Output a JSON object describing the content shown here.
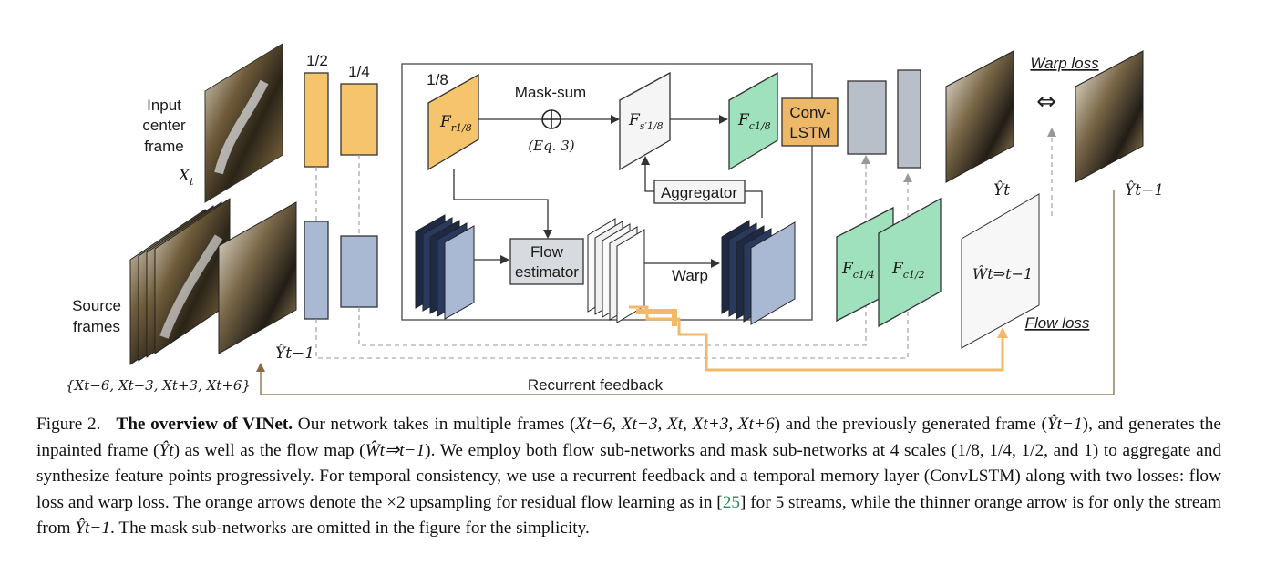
{
  "figure": {
    "scales": {
      "s_half": "1/2",
      "s_quarter": "1/4",
      "s_eighth": "1/8"
    },
    "input_label_1": "Input",
    "input_label_2": "center",
    "input_label_3": "frame",
    "input_symbol": "X",
    "input_symbol_sub": "t",
    "source_label_1": "Source",
    "source_label_2": "frames",
    "source_set": "{X",
    "source_set_full": "{Xt−6, Xt−3, Xt+3, Xt+6}",
    "prev_output": "Ŷt−1",
    "mask_sum": "Mask-sum",
    "eq": "(Eq. 3)",
    "aggregator": "Aggregator",
    "flow_estimator_1": "Flow",
    "flow_estimator_2": "estimator",
    "warp": "Warp",
    "convlstm_1": "Conv-",
    "convlstm_2": "LSTM",
    "f_r": "F",
    "f_r_sub": "r1/8",
    "f_s": "F",
    "f_s_sub": "s′1/8",
    "f_c8": "F",
    "f_c8_sub": "c1/8",
    "f_c4": "F",
    "f_c4_sub": "c1/4",
    "f_c2": "F",
    "f_c2_sub": "c1/2",
    "warp_loss": "Warp loss",
    "flow_loss": "Flow loss",
    "output_t": "Ŷt",
    "output_t1": "Ŷt−1",
    "flow_map": "Ŵt⇒t−1",
    "recurrent": "Recurrent feedback"
  },
  "colors": {
    "orange_block": "#f6c46d",
    "blue_block": "#a9b9d3",
    "green_block": "#9fe0bd",
    "convlstm": "#edb969",
    "gray_block": "#b9bfc9",
    "orange_arrow": "#f2b968",
    "line": "#333333",
    "dashed": "#9a9a9a"
  },
  "caption": {
    "fig_label": "Figure 2.",
    "title": "The overview of VINet.",
    "body_1": "Our network takes in multiple frames (X",
    "text": "Our network takes in multiple frames (Xt−6, Xt−3, Xt, Xt+3, Xt+6) and the previously generated frame (Ŷt−1), and generates the inpainted frame (Ŷt) as well as the flow map (Ŵt⇒t−1). We employ both flow sub-networks and mask sub-networks at 4 scales (1/8, 1/4, 1/2, and 1) to aggregate and synthesize feature points progressively. For temporal consistency, we use a recurrent feedback and a temporal memory layer (ConvLSTM) along with two losses: flow loss and warp loss. The orange arrows denote the ×2 upsampling for residual flow learning as in [25] for 5 streams, while the thinner orange arrow is for only the stream from Ŷt−1. The mask sub-networks are omitted in the figure for the simplicity.",
    "line1": "Our network takes in multiple frames (X",
    "seg_a": "Our network takes in multiple frames (",
    "seg_b": ") and the previously generated frame (",
    "seg_c": "), and generates the inpainted frame (",
    "seg_d": ") as well as the flow map (",
    "seg_e": "). We employ both flow sub-networks and mask sub-networks at 4 scales (1/8, 1/4, 1/2, and 1) to aggregate and synthesize feature points progressively. For temporal consistency, we use a recurrent feedback and a temporal memory layer (ConvLSTM) along with two losses: flow loss and warp loss. The orange arrows denote the ×2 upsampling for residual flow learning as in [",
    "ref": "25",
    "seg_f": "] for 5 streams, while the thinner orange arrow is for only the stream from ",
    "seg_g": ". The mask sub-networks are omitted in the figure for the simplicity.",
    "m_frames": "Xt−6, Xt−3, Xt, Xt+3, Xt+6",
    "m_prev": "Ŷt−1",
    "m_out": "Ŷt",
    "m_flow": "Ŵt⇒t−1",
    "m_last": "Ŷt−1"
  }
}
